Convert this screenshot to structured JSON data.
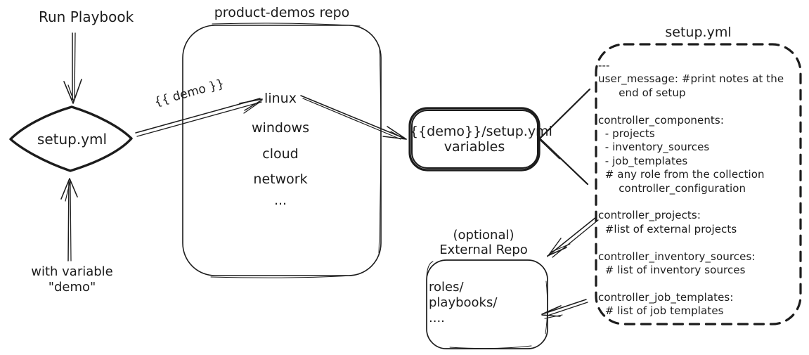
{
  "colors": {
    "background": "#ffffff",
    "ink": "#1c1c1c"
  },
  "left_flow": {
    "run_playbook_label": "Run Playbook",
    "diamond_label": "setup.yml",
    "with_variable_label": "with variable\n\"demo\"",
    "demo_arrow_label": "{{ demo }}"
  },
  "repo_box": {
    "title": "product-demos repo",
    "items": [
      "linux",
      "windows",
      "cloud",
      "network",
      "..."
    ]
  },
  "variables_box": {
    "label": "{{demo}}/setup.yml\nvariables"
  },
  "setup_yml": {
    "title": "setup.yml",
    "content": "---\nuser_message: #print notes at the\n      end of setup\n\ncontroller_components:\n  - projects\n  - inventory_sources\n  - job_templates\n  # any role from the collection\n      controller_configuration\n\ncontroller_projects:\n  #list of external projects\n\ncontroller_inventory_sources:\n  # list of inventory sources\n\ncontroller_job_templates:\n  # list of job templates"
  },
  "external_repo": {
    "label": "(optional)\nExternal Repo",
    "content": "roles/\nplaybooks/\n...."
  }
}
